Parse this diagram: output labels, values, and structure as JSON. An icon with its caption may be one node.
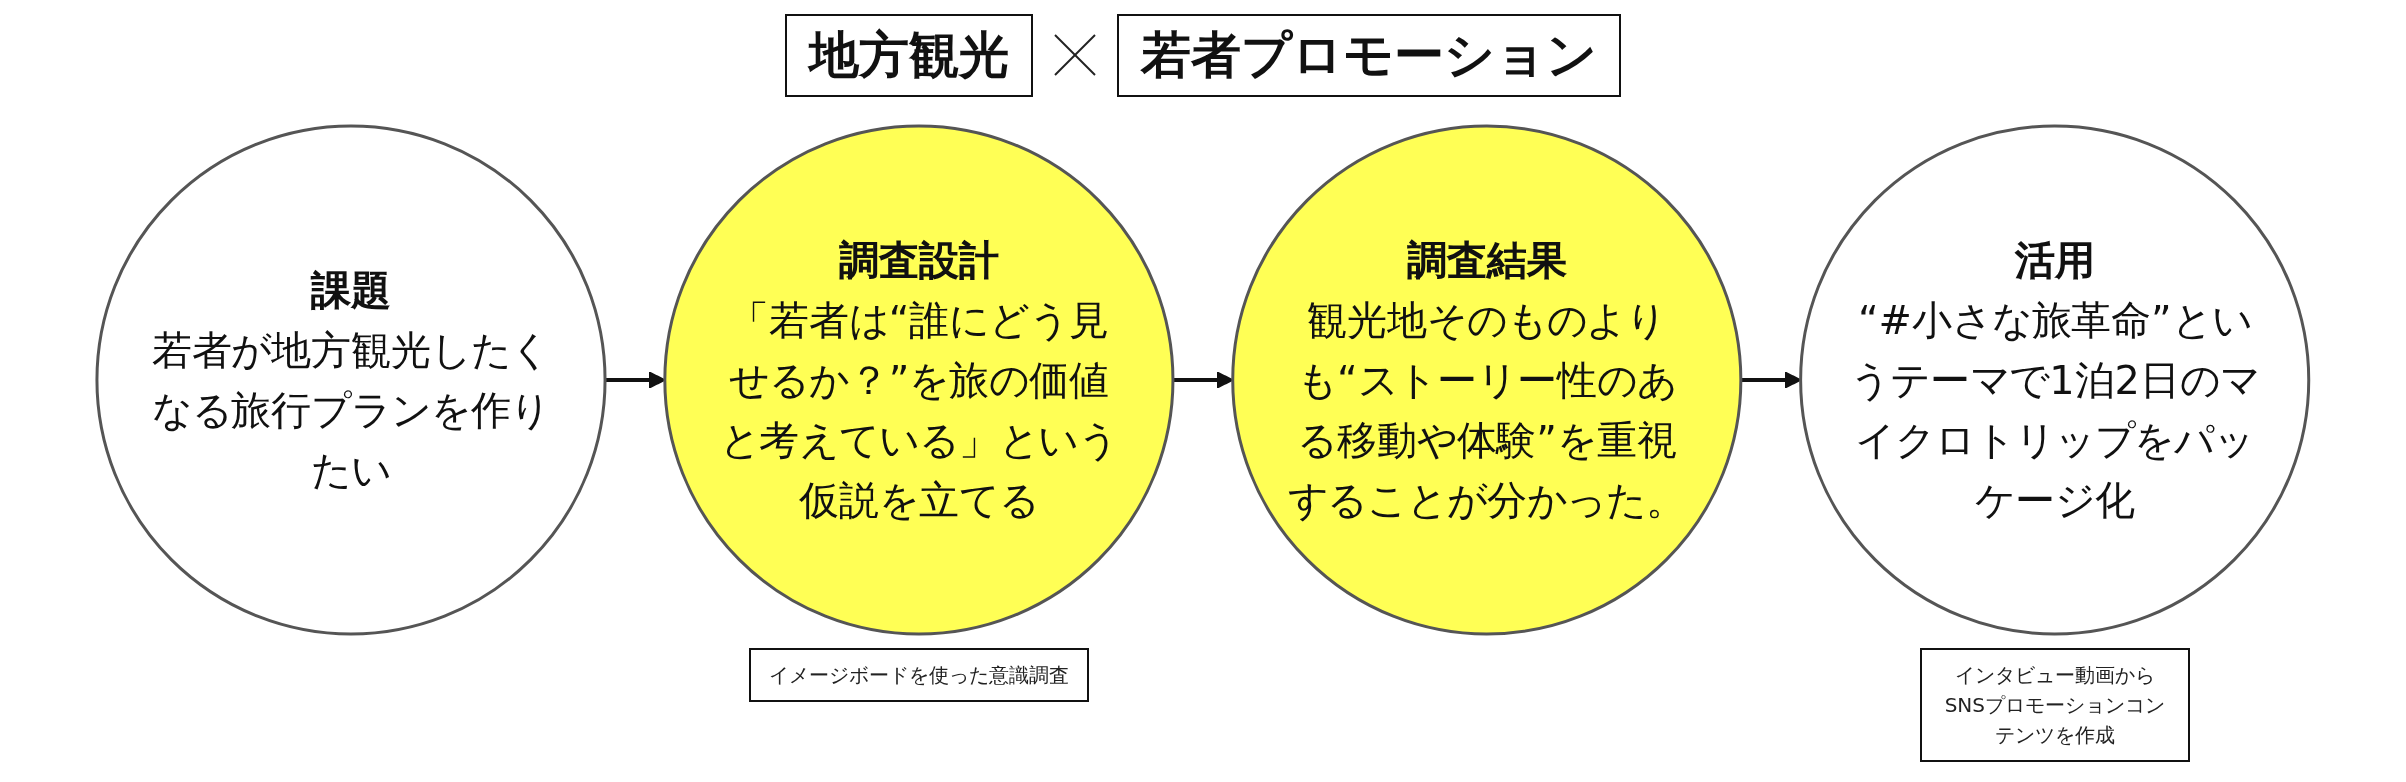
{
  "diagram": {
    "nodes": [
      {
        "text": [
          "課題",
          "若者が地方観光したくなる旅行プランを作りたい"
        ]
      },
      {
        "text": [
          "調査設計",
          "「若者は“誰にどう見せるか？”を旅の価値と考えている」という仮説を立てる"
        ],
        "beside": [
          "イメージボードを使った意識調査"
        ]
      },
      {
        "text": [
          "調査結果",
          "観光地そのものよりも“ストーリー性のある移動や体験”を重視することが分かった。"
        ]
      },
      {
        "text": [
          "活用",
          "“#小さな旅革命”というテーマで1泊2日のマイクロトリップをパッケージ化"
        ],
        "beside": [
          "インタビュー動画からSNSプロモーションコンテンツを作成"
        ]
      }
    ],
    "edges": [
      {
        "from": 0,
        "to": 1,
        "arrow": "to"
      },
      {
        "from": 1,
        "to": 2,
        "arrow": "to"
      },
      {
        "from": 2,
        "to": 3,
        "arrow": "to"
      }
    ],
    "labels": [
      "地方観光",
      "若者プロモーション"
    ]
  }
}
